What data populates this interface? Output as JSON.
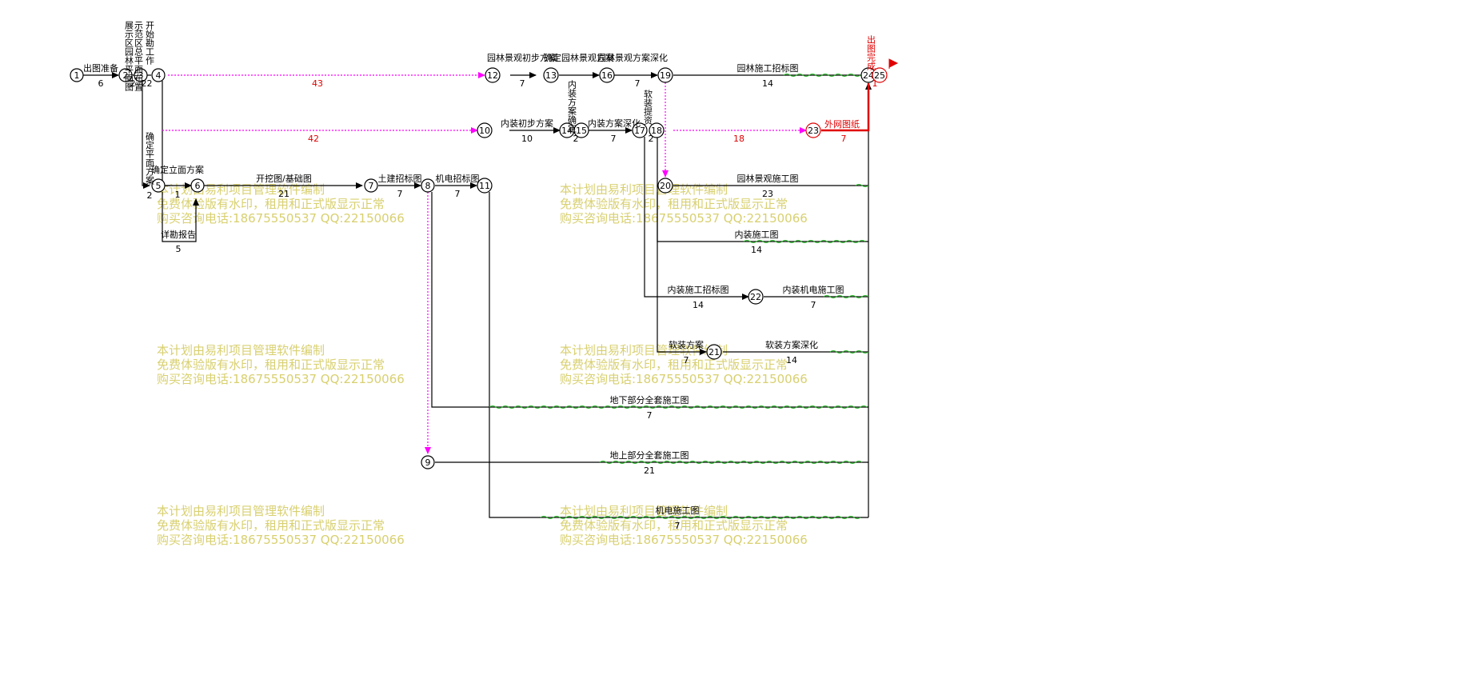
{
  "diagram": {
    "nodes": [
      {
        "id": "1",
        "label": "1"
      },
      {
        "id": "2",
        "label": "2"
      },
      {
        "id": "3",
        "label": "3"
      },
      {
        "id": "4",
        "label": "4"
      },
      {
        "id": "5",
        "label": "5"
      },
      {
        "id": "6",
        "label": "6"
      },
      {
        "id": "7",
        "label": "7"
      },
      {
        "id": "8",
        "label": "8"
      },
      {
        "id": "9",
        "label": "9"
      },
      {
        "id": "10",
        "label": "10"
      },
      {
        "id": "11",
        "label": "11"
      },
      {
        "id": "12",
        "label": "12"
      },
      {
        "id": "13",
        "label": "13"
      },
      {
        "id": "14",
        "label": "14"
      },
      {
        "id": "15",
        "label": "15"
      },
      {
        "id": "16",
        "label": "16"
      },
      {
        "id": "17",
        "label": "17"
      },
      {
        "id": "18",
        "label": "18"
      },
      {
        "id": "19",
        "label": "19"
      },
      {
        "id": "20",
        "label": "20"
      },
      {
        "id": "21",
        "label": "21"
      },
      {
        "id": "22",
        "label": "22"
      },
      {
        "id": "23",
        "label": "23"
      },
      {
        "id": "24",
        "label": "24"
      },
      {
        "id": "25",
        "label": "25"
      }
    ],
    "activities": [
      {
        "name": "出图准备",
        "duration": "6"
      },
      {
        "name": "展示区园林平面图",
        "duration": "2"
      },
      {
        "name": "示范区总平面布置",
        "duration": "2"
      },
      {
        "name": "开始勘工作",
        "duration": "2"
      },
      {
        "name": "确定平面方案",
        "duration": "2"
      },
      {
        "name": "确定立面方案",
        "duration": "1"
      },
      {
        "name": "详勘报告",
        "duration": "5"
      },
      {
        "name": "开挖图/基础图",
        "duration": "21"
      },
      {
        "name": "土建招标图",
        "duration": "7"
      },
      {
        "name": "机电招标图",
        "duration": "7"
      },
      {
        "name": "园林景观初步方案",
        "duration": "7"
      },
      {
        "name": "确定园林景观方案",
        "duration": ""
      },
      {
        "name": "园林景观方案深化",
        "duration": "7"
      },
      {
        "name": "园林施工招标图",
        "duration": "14"
      },
      {
        "name": "内装初步方案",
        "duration": "10"
      },
      {
        "name": "内装方案确定",
        "duration": "2"
      },
      {
        "name": "内装方案深化",
        "duration": "7"
      },
      {
        "name": "软装提资",
        "duration": "2"
      },
      {
        "name": "外网图纸",
        "duration": "7"
      },
      {
        "name": "园林景观施工图",
        "duration": "23"
      },
      {
        "name": "内装施工图",
        "duration": "14"
      },
      {
        "name": "内装施工招标图",
        "duration": "14"
      },
      {
        "name": "内装机电施工图",
        "duration": "7"
      },
      {
        "name": "软装方案",
        "duration": "7"
      },
      {
        "name": "软装方案深化",
        "duration": "14"
      },
      {
        "name": "地下部分全套施工图",
        "duration": "7"
      },
      {
        "name": "地上部分全套施工图",
        "duration": "21"
      },
      {
        "name": "机电施工图",
        "duration": "7"
      },
      {
        "name": "出图完成",
        "duration": "1"
      }
    ],
    "floats": [
      {
        "label": "43"
      },
      {
        "label": "42"
      },
      {
        "label": "18"
      }
    ],
    "watermark": {
      "line1": "本计划由易利项目管理软件编制",
      "line2": "免费体验版有水印，租用和正式版显示正常",
      "line3": "购买咨询电话:18675550537 QQ:22150066"
    },
    "colors": {
      "normal": "#000000",
      "critical": "#e00000",
      "dummy": "#ff00ff",
      "free_float": "#22bb22",
      "watermark": "#d8d070"
    }
  }
}
